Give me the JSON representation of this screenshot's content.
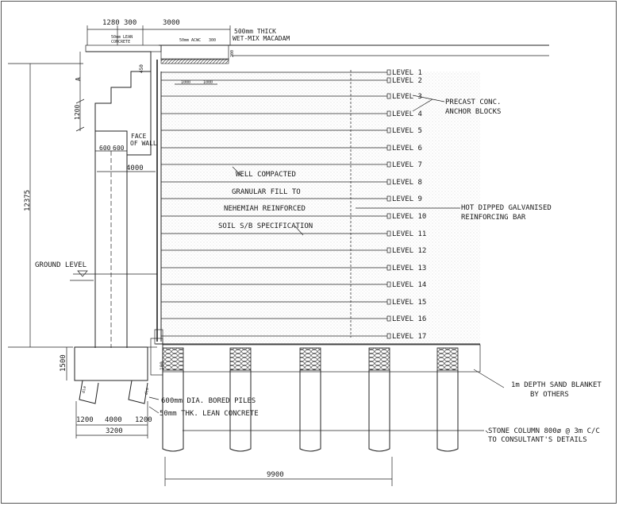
{
  "dims": {
    "d1280": "1280",
    "d300": "300",
    "d3000": "3000",
    "d12375": "12375",
    "dA": "A",
    "d1200a": "1200",
    "d450": "450",
    "d600a": "600",
    "d600b": "600",
    "d4000a": "4000",
    "d1500": "1500",
    "d100": "100",
    "d1200b": "1200",
    "d4000b": "4000",
    "d1200c": "1200",
    "d3200": "3200",
    "d1000a": "1000",
    "d1000b": "1000",
    "d9900": "9900",
    "d300b": "300",
    "d200": "200"
  },
  "labels": {
    "lean_concrete_top": [
      "50mm LEAN",
      "CONCRETE"
    ],
    "acwc": "50mm ACWC",
    "wetmix": [
      "500mm THICK",
      "WET-MIX MACADAM"
    ],
    "face_of_wall": [
      "FACE",
      "OF WALL"
    ],
    "ground_level": "GROUND LEVEL",
    "fill_note": [
      "WELL COMPACTED",
      "GRANULAR FILL TO",
      "NEHEMIAH REINFORCED",
      "SOIL S/B SPECIFICATION"
    ],
    "precast": [
      "PRECAST CONC.",
      "ANCHOR BLOCKS"
    ],
    "hot_dipped": [
      "HOT DIPPED GALVANISED",
      "REINFORCING BAR"
    ],
    "sand_blanket": [
      "1m DEPTH SAND BLANKET",
      "BY OTHERS"
    ],
    "bored_piles": "600mm DIA. BORED PILES",
    "lean_concrete_bottom": "50mm THK. LEAN CONCRETE",
    "stone_column": [
      "STONE COLUMN 800ø @ 3m C/C",
      "TO CONSULTANT'S DETAILS"
    ],
    "pile_tag": "dia"
  },
  "levels": [
    "LEVEL 1",
    "LEVEL 2",
    "LEVEL 3",
    "LEVEL 4",
    "LEVEL 5",
    "LEVEL 6",
    "LEVEL 7",
    "LEVEL 8",
    "LEVEL 9",
    "LEVEL 10",
    "LEVEL 11",
    "LEVEL 12",
    "LEVEL 13",
    "LEVEL 14",
    "LEVEL 15",
    "LEVEL 16",
    "LEVEL 17"
  ]
}
